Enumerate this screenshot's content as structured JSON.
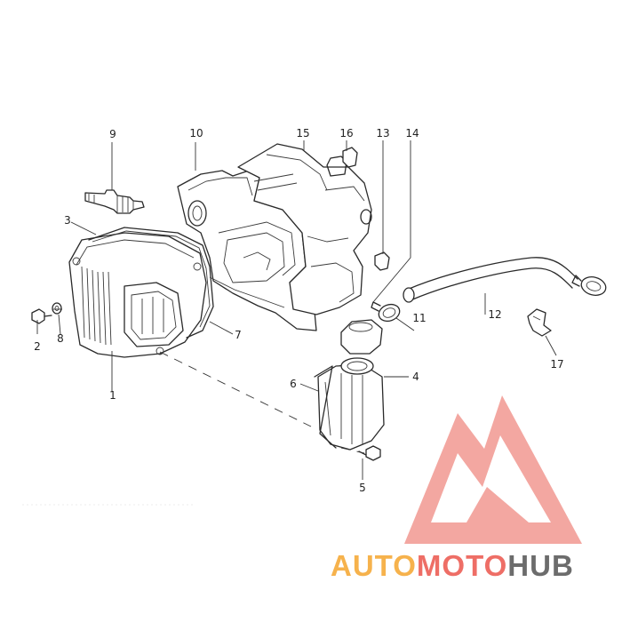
{
  "diagram": {
    "callouts": [
      "1",
      "2",
      "3",
      "4",
      "5",
      "6",
      "7",
      "8",
      "9",
      "10",
      "11",
      "12",
      "13",
      "14",
      "15",
      "16",
      "17"
    ]
  },
  "watermark": {
    "part_auto": "AUTO",
    "part_moto": "MOTO",
    "part_hub": "HUB",
    "colors": {
      "auto": "#f6b24c",
      "moto": "#ee6e66",
      "hub": "#6c6c6c",
      "logo": "#ef8a82"
    }
  }
}
